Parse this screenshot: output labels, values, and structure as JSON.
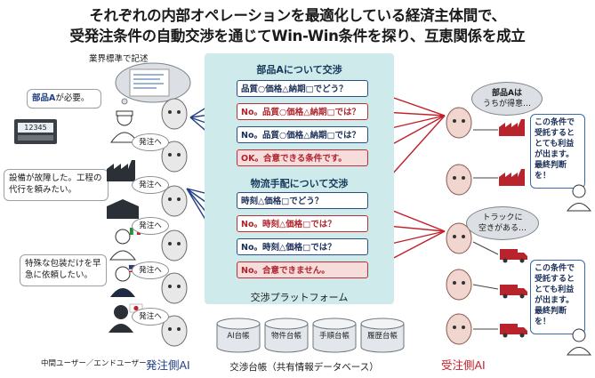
{
  "title": {
    "line1": "それぞれの内部オペレーションを最適化している経済主体間で、",
    "line2": "受発注条件の自動交渉を通じてWin-Win条件を探り、互恵関係を成立"
  },
  "left": {
    "industry_standard": "業界標準で記述",
    "need_callout_prefix": "部品A",
    "need_callout_suffix": "が必要。",
    "breakdown_callout": "設備が故障した。工程の代行を頼みたい。",
    "packaging_callout": "特殊な包装だけを早急に依頼したい。",
    "order_label": "発注へ",
    "footer": "中間ユーザー／エンドユーザー",
    "ai_label": "発注側AI",
    "terminal_display": "12345"
  },
  "platform": {
    "section_a": "部品Aについて交渉",
    "section_b": "物流手配について交渉",
    "label": "交渉プラットフォーム",
    "messages_a": [
      {
        "text": "品質○価格△納期□でどう？",
        "kind": "blue"
      },
      {
        "text": "No。品質○価格△納期□では？",
        "kind": "red"
      },
      {
        "text": "No。品質○価格△納期□では？",
        "kind": "blue"
      },
      {
        "text": "OK。合意できる条件です。",
        "kind": "ok"
      }
    ],
    "messages_b": [
      {
        "text": "時刻△価格□でどう？",
        "kind": "blue"
      },
      {
        "text": "No。時刻△価格□では？",
        "kind": "red"
      },
      {
        "text": "No。時刻△価格□では？",
        "kind": "blue"
      },
      {
        "text": "No。合意できません。",
        "kind": "ok"
      }
    ]
  },
  "ledgers": {
    "items": [
      "AI台帳",
      "物件台帳",
      "手順台帳",
      "履歴台帳"
    ],
    "caption": "交渉台帳（共有情報データベース）"
  },
  "right": {
    "thought_a_line1": "部品Aは",
    "thought_a_line2": "うちが得意…",
    "thought_b_line1": "トラックに",
    "thought_b_line2": "空きがある…",
    "profit_callout_1": "この条件で受託するととても利益が出ます。最終判断を！",
    "profit_callout_2": "この条件で受託するととても利益が出ます。最終判断を！",
    "ai_label": "受注側AI"
  },
  "colors": {
    "platform_bg": "#cfeaea",
    "blue_border": "#2a4f82",
    "red_border": "#b8313a",
    "ok_fill": "#f7dcdc"
  }
}
